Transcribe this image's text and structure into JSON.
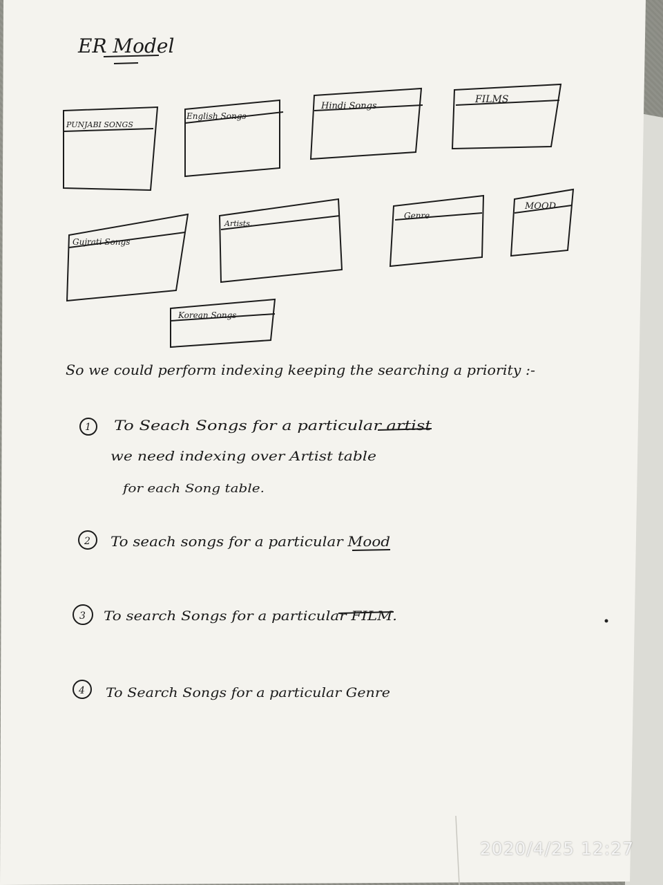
{
  "title": "ER Model",
  "entities": [
    "PUNJABI SONGS",
    "English Songs",
    "Hindi Songs",
    "FILMS",
    "Gujrati Songs",
    "Artists.",
    "Genre",
    "MOOD",
    "Korean Songs"
  ],
  "intro": "So we could perform indexing keeping the searching a priority :-",
  "points": [
    {
      "num": "1",
      "lines": [
        "To Seach Songs for a particular artist",
        "we need indexing over Artist table",
        "for each Song table."
      ]
    },
    {
      "num": "2",
      "lines": [
        "To seach songs for a particular Mood"
      ]
    },
    {
      "num": "3",
      "lines": [
        "To search Songs for a particular FILM."
      ]
    },
    {
      "num": "4",
      "lines": [
        "To Search Songs for a particular Genre"
      ]
    }
  ],
  "timestamp": "2020/4/25  12:27"
}
